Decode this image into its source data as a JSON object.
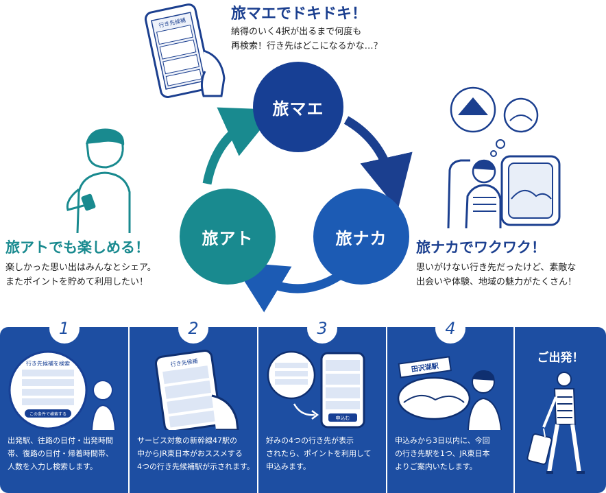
{
  "cycle": {
    "mae": "旅マエ",
    "naka": "旅ナカ",
    "ato": "旅アト"
  },
  "sections": {
    "mae": {
      "title": "旅マエでドキドキ！",
      "line1": "納得のいく4択が出るまで何度も",
      "line2": "再検索！行き先はどこになるかな…？"
    },
    "naka": {
      "title": "旅ナカでワクワク！",
      "line1": "思いがけない行き先だったけど、素敵な",
      "line2": "出会いや体験、地域の魅力がたくさん！"
    },
    "ato": {
      "title": "旅アトでも楽しめる！",
      "line1": "楽しかった思い出はみんなとシェア。",
      "line2": "またポイントを貯めて利用したい！"
    }
  },
  "illustration_labels": {
    "phone_header": "行き先候補",
    "station_sign": "田沢湖駅",
    "form_title": "行き先候補を検索",
    "form_button": "この条件で検索する",
    "apply_button": "申込む"
  },
  "steps": [
    {
      "number": "1",
      "line1": "出発駅、往路の日付・出発時間",
      "line2": "帯、復路の日付・帰着時間帯、",
      "line3": "人数を入力し検索します。"
    },
    {
      "number": "2",
      "line1": "サービス対象の新幹線47駅の",
      "line2": "中からJR東日本がおススメする",
      "line3": "4つの行き先候補駅が示されます。"
    },
    {
      "number": "3",
      "line1": "好みの4つの行き先が表示",
      "line2": "されたら、ポイントを利用して",
      "line3": "申込みます。"
    },
    {
      "number": "4",
      "line1": "申込みから3日以内に、今回",
      "line2": "の行き先駅を1つ、JR東日本",
      "line3": "よりご案内いたします。"
    }
  ],
  "departure": {
    "label": "ご出発！"
  },
  "colors": {
    "navy": "#173f94",
    "blue": "#1c5bb4",
    "teal": "#198a8f",
    "panel": "#1d4ea2"
  }
}
